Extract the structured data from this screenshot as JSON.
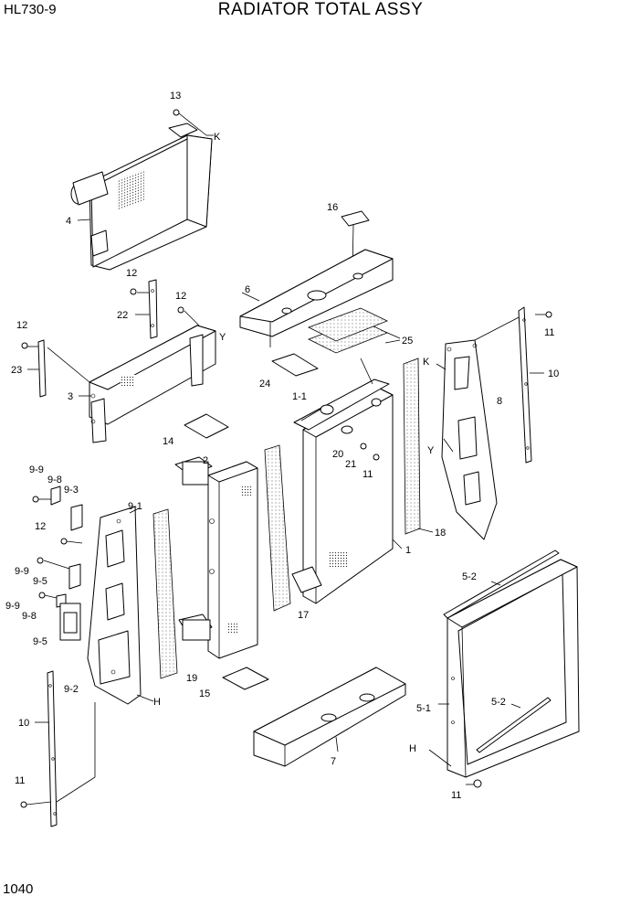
{
  "header": {
    "model": "HL730-9",
    "title": "RADIATOR TOTAL ASSY",
    "page_number": "1040"
  },
  "callouts": {
    "c13": "13",
    "cK1": "K",
    "c4": "4",
    "c16": "16",
    "c6": "6",
    "c12a": "12",
    "c22": "22",
    "c12b": "12",
    "cY1": "Y",
    "c12c": "12",
    "c23": "23",
    "c3": "3",
    "c25": "25",
    "c24": "24",
    "c11a": "11",
    "c10a": "10",
    "cK2": "K",
    "c8": "8",
    "c1_1": "1-1",
    "c20": "20",
    "c21": "21",
    "c11b": "11",
    "cY2": "Y",
    "c14": "14",
    "c2": "2",
    "c18": "18",
    "c1": "1",
    "c9_9a": "9-9",
    "c9_8a": "9-8",
    "c9_3": "9-3",
    "c9_1": "9-1",
    "c12d": "12",
    "c9_9b": "9-9",
    "c9_5a": "9-5",
    "c9_9c": "9-9",
    "c9_8b": "9-8",
    "c9_5b": "9-5",
    "c17": "17",
    "c5_2a": "5-2",
    "c19": "19",
    "c9_2": "9-2",
    "cH1": "H",
    "c15": "15",
    "c5_1": "5-1",
    "c5_2b": "5-2",
    "c10b": "10",
    "c7": "7",
    "cH2": "H",
    "c11c": "11",
    "c11d": "11"
  }
}
